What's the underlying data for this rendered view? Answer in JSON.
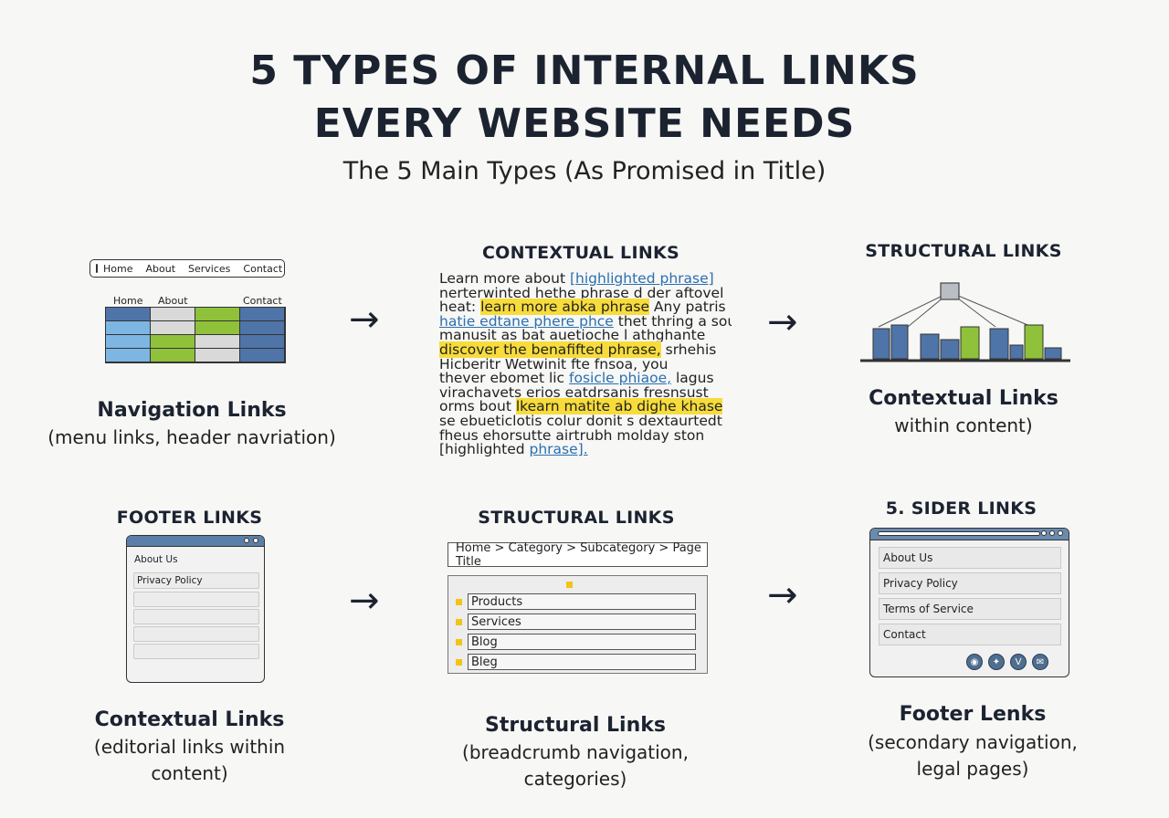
{
  "title_line1": "5 TYPES OF INTERNAL LINKS",
  "title_line2": "EVERY WEBSITE NEEDS",
  "subtitle": "The 5 Main Types (As Promised in Title)",
  "arrow_glyph": "→",
  "navigation": {
    "nav_items": [
      "Home",
      "About",
      "Services",
      "Contact"
    ],
    "grid_labels": [
      "Home",
      "About",
      "Contact"
    ],
    "caption_title": "Navigation Links",
    "caption_sub": "(menu links, header navriation)"
  },
  "contextual": {
    "section_title": "CONTEXTUAL LINKS",
    "lines": [
      [
        {
          "t": "Learn more about "
        },
        {
          "t": "[highlighted phrase]",
          "s": "bl"
        }
      ],
      [
        {
          "t": "nerterwinted hethe phrase d der aftovel"
        }
      ],
      [
        {
          "t": "heat: "
        },
        {
          "t": "learn more abka phrase",
          "s": "hl"
        },
        {
          "t": " Any patris"
        }
      ],
      [
        {
          "t": "hatie edtane phere phce",
          "s": "bl"
        },
        {
          "t": " thet thring a sous"
        }
      ],
      [
        {
          "t": "manusit as bat auetioche l athghante"
        }
      ],
      [
        {
          "t": "discover the benafifted phrase,",
          "s": "hl"
        },
        {
          "t": " srhehis"
        }
      ],
      [
        {
          "t": "Hicberitr Wetwinit fte fnsoa, you"
        }
      ],
      [
        {
          "t": "thever ebomet lic "
        },
        {
          "t": "fosicle phiaoe,",
          "s": "bl"
        },
        {
          "t": " lagus"
        }
      ],
      [
        {
          "t": "virachavets erios eatdrsanis fresnsust"
        }
      ],
      [
        {
          "t": "orms bout "
        },
        {
          "t": "lkearn matite ab dighe khase",
          "s": "hl"
        }
      ],
      [
        {
          "t": "se ebueticlotis colur donit s dextaurtedt"
        }
      ],
      [
        {
          "t": "fheus ehorsutte airtrubh molday ston"
        }
      ],
      [
        {
          "t": "[highlighted "
        },
        {
          "t": "phrase].",
          "s": "bl"
        }
      ]
    ]
  },
  "structural_top": {
    "section_title": "STRUCTURAL LINKS",
    "caption_title": "Contextual Links",
    "caption_sub": "within content)"
  },
  "footer_panel": {
    "section_title": "FOOTER LINKS",
    "rows": [
      "About Us",
      "Privacy Policy",
      "",
      "",
      "",
      ""
    ],
    "caption_title": "Contextual Links",
    "caption_sub_1": "(editorial links within",
    "caption_sub_2": "content)"
  },
  "structural_bottom": {
    "section_title": "STRUCTURAL LINKS",
    "breadcrumb": "Home > Category > Subcategory > Page Title",
    "items": [
      "Products",
      "Services",
      "Blog",
      "Bleg"
    ],
    "caption_title": "Structural Links",
    "caption_sub_1": "(breadcrumb navigation,",
    "caption_sub_2": "categories)"
  },
  "sider": {
    "section_title": "5. SIDER LINKS",
    "items": [
      "About Us",
      "Privacy Policy",
      "Terms of Service",
      "Contact"
    ],
    "social_icons": [
      "globe-icon",
      "twitter-icon",
      "v-icon",
      "mail-icon"
    ],
    "caption_title": "Footer Lenks",
    "caption_sub_1": "(secondary navigation,",
    "caption_sub_2": "legal pages)"
  },
  "colors": {
    "blue_dark": "#4f74a8",
    "blue_light": "#7eb6e3",
    "green": "#8fc23a",
    "grey": "#d9d9d9",
    "highlight": "#f7dc3b",
    "link_blue": "#2a6fb0"
  }
}
